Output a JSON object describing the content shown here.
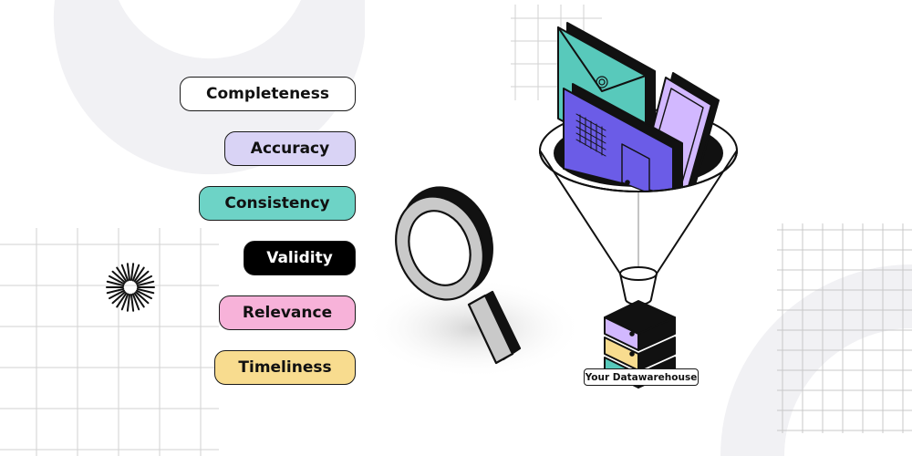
{
  "quality_dimensions": [
    {
      "label": "Completeness",
      "color": "#ffffff"
    },
    {
      "label": "Accuracy",
      "color": "#d9d3f5"
    },
    {
      "label": "Consistency",
      "color": "#6dd3c6"
    },
    {
      "label": "Validity",
      "color": "#000000"
    },
    {
      "label": "Relevance",
      "color": "#f7b2d9"
    },
    {
      "label": "Timeliness",
      "color": "#f8dc8f"
    }
  ],
  "warehouse": {
    "label": "Your Datawarehouse"
  },
  "icons": [
    "sunburst-icon",
    "magnifying-glass-icon",
    "funnel-icon",
    "envelope-icon",
    "phone-icon",
    "building-icon",
    "database-server-icon"
  ],
  "colors": {
    "teal": "#58c9bb",
    "violet": "#6b5ce7",
    "lavender": "#d2b8ff",
    "yellow": "#f8dc8f"
  }
}
